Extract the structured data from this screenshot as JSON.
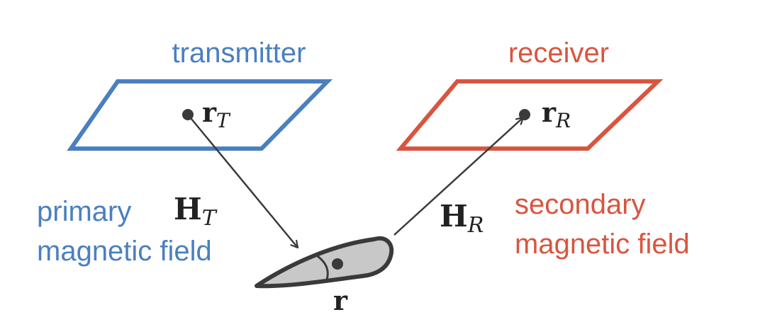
{
  "colors": {
    "transmitter": "#4a7fc1",
    "receiver": "#d9553f",
    "ink": "#3a3a3a",
    "object_fill": "#c8c8c8"
  },
  "transmitter": {
    "title": "transmitter",
    "position_symbol": "r",
    "position_subscript": "T"
  },
  "receiver": {
    "title": "receiver",
    "position_symbol": "r",
    "position_subscript": "R"
  },
  "primary_field": {
    "symbol": "H",
    "subscript": "T",
    "caption_line1": "primary",
    "caption_line2": "magnetic field"
  },
  "secondary_field": {
    "symbol": "H",
    "subscript": "R",
    "caption_line1": "secondary",
    "caption_line2": "magnetic field"
  },
  "object": {
    "position_symbol": "r"
  }
}
